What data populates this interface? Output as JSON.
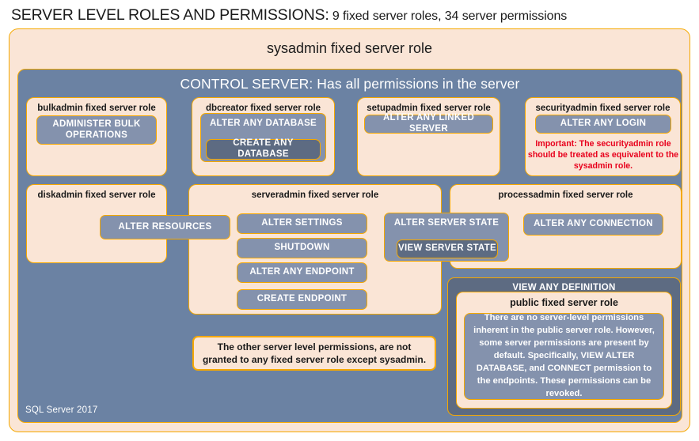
{
  "title": {
    "main": "SERVER LEVEL ROLES AND PERMISSIONS:",
    "sub": " 9 fixed server roles, 34 server permissions"
  },
  "sysadmin": {
    "label": "sysadmin fixed server role"
  },
  "control_server": {
    "heading": "CONTROL SERVER: Has all permissions in the server"
  },
  "roles": {
    "bulkadmin": {
      "title": "bulkadmin fixed server role",
      "permissions": [
        "ADMINISTER  BULK OPERATIONS"
      ]
    },
    "dbcreator": {
      "title": "dbcreator fixed server role",
      "permissions": [
        "ALTER ANY DATABASE",
        "CREATE ANY DATABASE"
      ]
    },
    "setupadmin": {
      "title": "setupadmin fixed server role",
      "permissions": [
        "ALTER ANY LINKED SERVER"
      ]
    },
    "securityadmin": {
      "title": "securityadmin fixed server role",
      "permissions": [
        "ALTER ANY LOGIN"
      ],
      "warning": "Important:  The securityadmin role should  be treated as equivalent to the  sysadmin role."
    },
    "diskadmin": {
      "title": "diskadmin fixed server role",
      "permissions": [
        "ALTER RESOURCES"
      ]
    },
    "serveradmin": {
      "title": "serveradmin fixed server role",
      "permissions": [
        "ALTER SETTINGS",
        "SHUTDOWN",
        "ALTER ANY ENDPOINT",
        "CREATE ENDPOINT",
        "ALTER SERVER STATE",
        "VIEW SERVER STATE"
      ]
    },
    "processadmin": {
      "title": "processadmin fixed server role",
      "permissions": [
        "ALTER ANY CONNECTION"
      ]
    },
    "public": {
      "view_any_definition": "VIEW ANY DEFINITION",
      "title": "public fixed server role",
      "description": "There are no server-level permissions inherent in the public server role. However, some server permissions are present by default. Specifically, VIEW ALTER DATABASE, and CONNECT permission to the endpoints. These permissions can be revoked."
    }
  },
  "notes": {
    "other_permissions": "The other server level permissions,  are not granted to any fixed server role except sysadmin."
  },
  "footer": {
    "label": "SQL Server 2017"
  },
  "colors": {
    "cream": "#fae5d6",
    "amber_border": "#f5a800",
    "slate_panel": "#6b82a3",
    "pill": "#8492ad",
    "pill_dark": "#5d6b82",
    "warning_red": "#e8001c",
    "title_text": "#1a1a1a"
  }
}
